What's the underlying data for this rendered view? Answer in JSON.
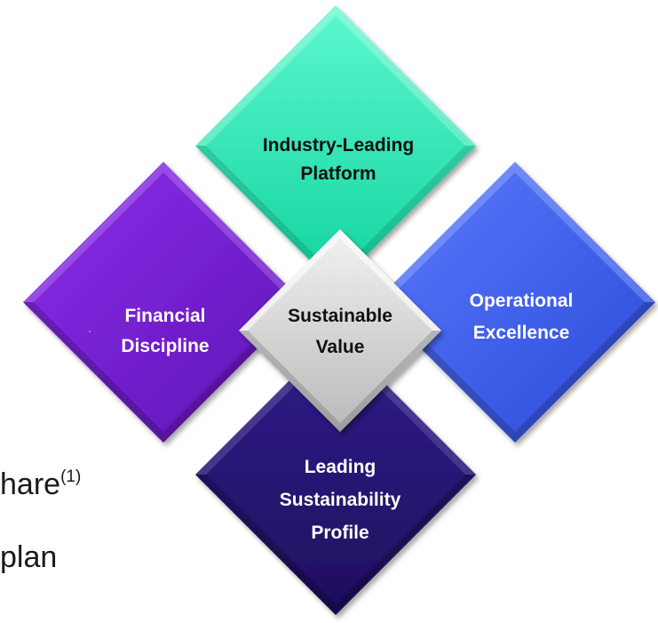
{
  "diagram": {
    "center": {
      "line1": "Sustainable",
      "line2": "Value"
    },
    "quadrants": [
      {
        "id": "top",
        "lines": [
          "Industry-Leading",
          "Platform"
        ],
        "color": "#1ee6b0"
      },
      {
        "id": "left",
        "lines": [
          "Financial",
          "Discipline"
        ],
        "color": "#7a1ed8"
      },
      {
        "id": "right",
        "lines": [
          "Operational",
          "Excellence"
        ],
        "color": "#3f62f2"
      },
      {
        "id": "bottom",
        "lines": [
          "Leading",
          "Sustainability",
          "Profile"
        ],
        "color": "#2a1678"
      }
    ]
  },
  "background_text": {
    "fragment1": "hare",
    "fragment1_sup": "(1)",
    "fragment2": "plan"
  }
}
